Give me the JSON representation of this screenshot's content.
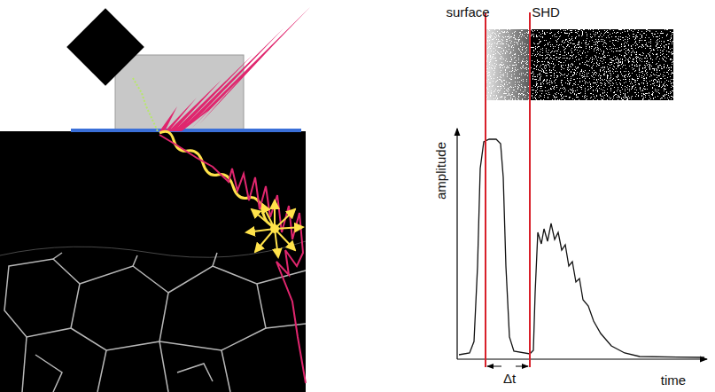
{
  "diagram": {
    "labels": [
      "surface",
      "SHD",
      "amplitude",
      "time",
      "Δt"
    ]
  }
}
